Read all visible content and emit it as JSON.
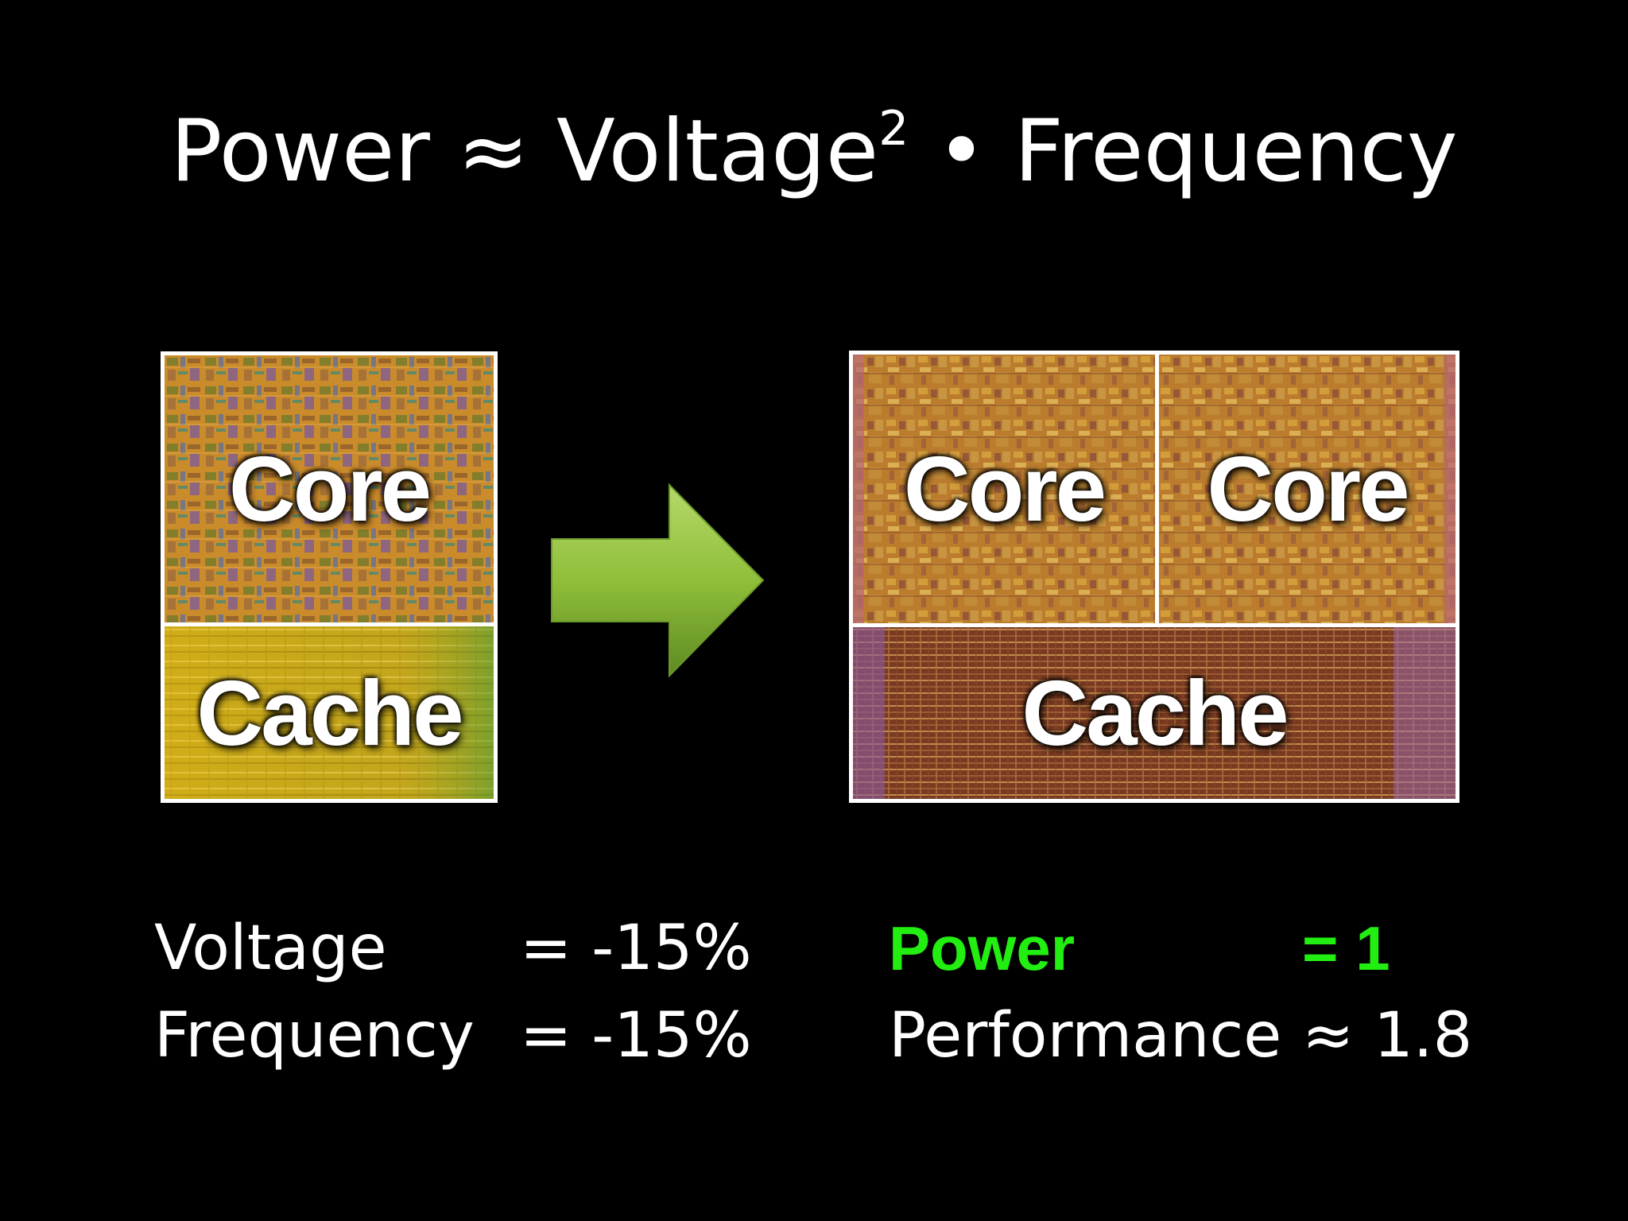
{
  "title": {
    "left": "Power ≈ Voltage",
    "exponent": "2",
    "right": " • Frequency"
  },
  "single_core_chip": {
    "core_label": "Core",
    "cache_label": "Cache"
  },
  "dual_core_chip": {
    "core_labels": [
      "Core",
      "Core"
    ],
    "cache_label": "Cache"
  },
  "arrow": {
    "color": "#8fbf3a",
    "icon": "right-arrow-icon"
  },
  "left_stats": [
    {
      "label": "Voltage",
      "value": "= -15%"
    },
    {
      "label": "Frequency",
      "value": "= -15%"
    }
  ],
  "right_stats": [
    {
      "label": "Power",
      "value": "= 1",
      "highlight": true
    },
    {
      "label": "Performance",
      "value": "≈ 1.8"
    }
  ],
  "colors": {
    "background": "#000000",
    "highlight": "#22ee11",
    "text": "#ffffff"
  }
}
